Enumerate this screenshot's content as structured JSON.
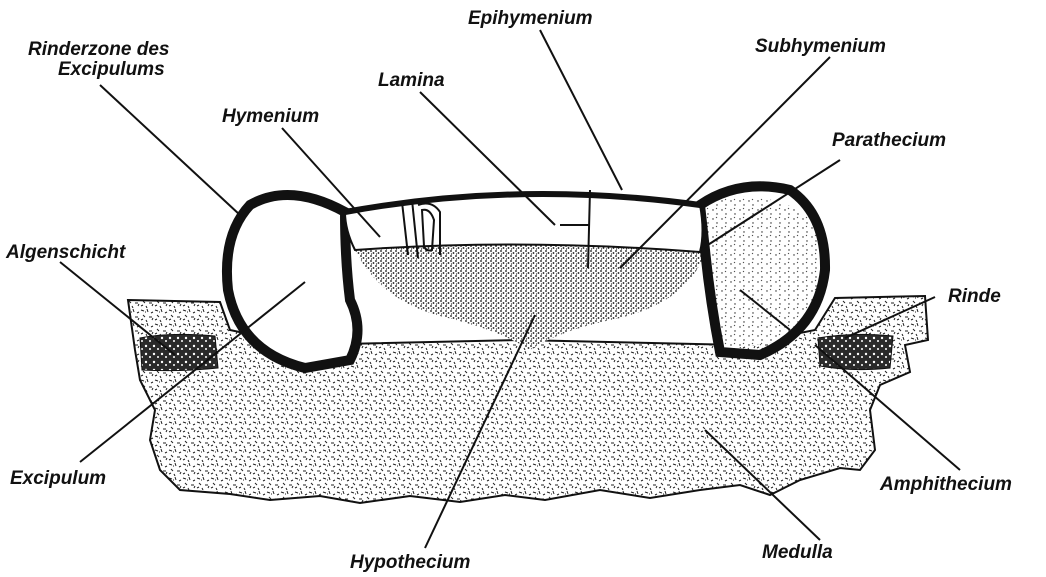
{
  "diagram": {
    "labels": {
      "rinderzone_line1": "Rinderzone des",
      "rinderzone_line2": "Excipulums",
      "epihymenium": "Epihymenium",
      "subhymenium": "Subhymenium",
      "lamina": "Lamina",
      "hymenium": "Hymenium",
      "parathecium": "Parathecium",
      "algenschicht": "Algenschicht",
      "rinde": "Rinde",
      "excipulum": "Excipulum",
      "amphithecium": "Amphithecium",
      "hypothecium": "Hypothecium",
      "medulla": "Medulla"
    },
    "colors": {
      "ink": "#111111",
      "background": "#ffffff"
    }
  }
}
